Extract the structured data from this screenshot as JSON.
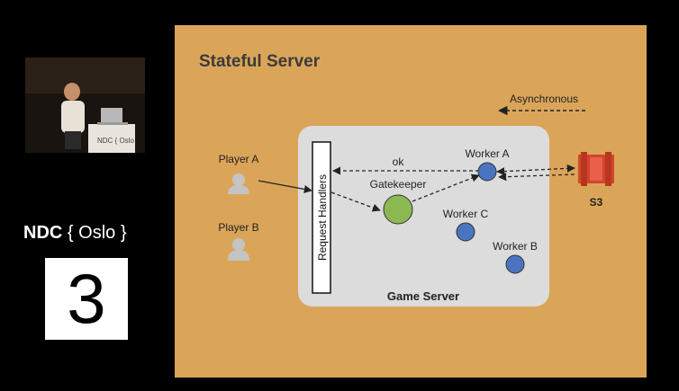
{
  "conference": {
    "name_bold": "NDC",
    "name_rest": " { Oslo }",
    "room_number": "3",
    "podium_label": "NDC { Oslo"
  },
  "slide": {
    "title": "Stateful Server",
    "async_label": "Asynchronous",
    "request_handlers": "Request Handlers",
    "ok_label": "ok",
    "gatekeeper": "Gatekeeper",
    "worker_a": "Worker A",
    "worker_b": "Worker B",
    "worker_c": "Worker C",
    "game_server": "Game Server",
    "player_a": "Player A",
    "player_b": "Player B",
    "s3": "S3"
  },
  "colors": {
    "slide_bg": "#dba559",
    "server_box": "#dcdcdc",
    "gatekeeper": "#8cb852",
    "worker": "#4a74c0",
    "s3": "#d4442c",
    "player_icon": "#c4c4c4"
  }
}
